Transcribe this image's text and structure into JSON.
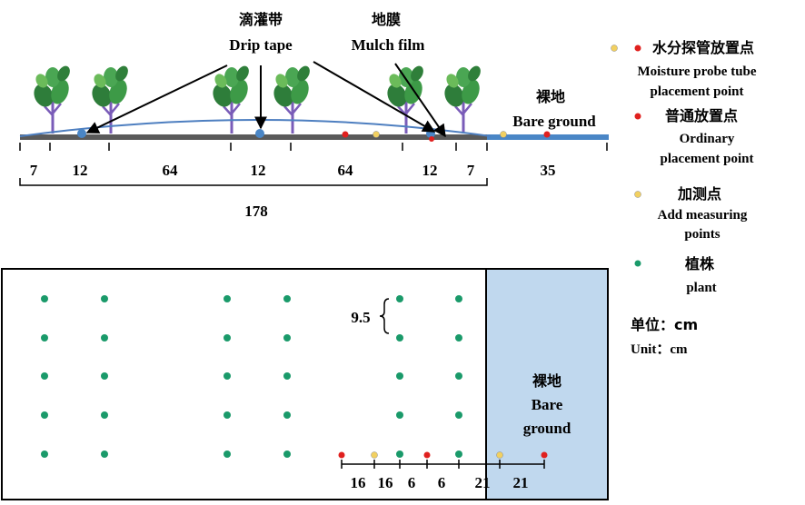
{
  "top_labels": {
    "drip_tape_zh": "滴灌带",
    "drip_tape_en": "Drip tape",
    "mulch_film_zh": "地膜",
    "mulch_film_en": "Mulch film",
    "bare_ground_zh": "裸地",
    "bare_ground_en": "Bare ground"
  },
  "top_dimensions": [
    "7",
    "12",
    "64",
    "12",
    "64",
    "12",
    "7",
    "35"
  ],
  "top_total": "178",
  "legend": {
    "moisture_zh": "水分探管放置点",
    "moisture_en_1": "Moisture probe tube",
    "moisture_en_2": "placement point",
    "ordinary_zh": "普通放置点",
    "ordinary_en_1": "Ordinary",
    "ordinary_en_2": "placement point",
    "add_zh": "加测点",
    "add_en_1": "Add measuring",
    "add_en_2": "points",
    "plant_zh": "植株",
    "plant_en": "plant",
    "unit_zh": "单位：cm",
    "unit_en": "Unit：cm"
  },
  "plan": {
    "spacing": "9.5",
    "bare_ground_zh": "裸地",
    "bare_ground_en_1": "Bare",
    "bare_ground_en_2": "ground",
    "bottom_dimensions": [
      "16",
      "16",
      "6",
      "6",
      "21",
      "21"
    ]
  },
  "colors": {
    "plant": "#1a9a6a",
    "ordinary": "#e0201e",
    "add": "#f2d060",
    "drip": "#4a86c6",
    "film": "#4e7fc0",
    "bare": "#c0d8ee",
    "ground": "#5a5a5a"
  },
  "icons": [
    "tree-icon"
  ]
}
